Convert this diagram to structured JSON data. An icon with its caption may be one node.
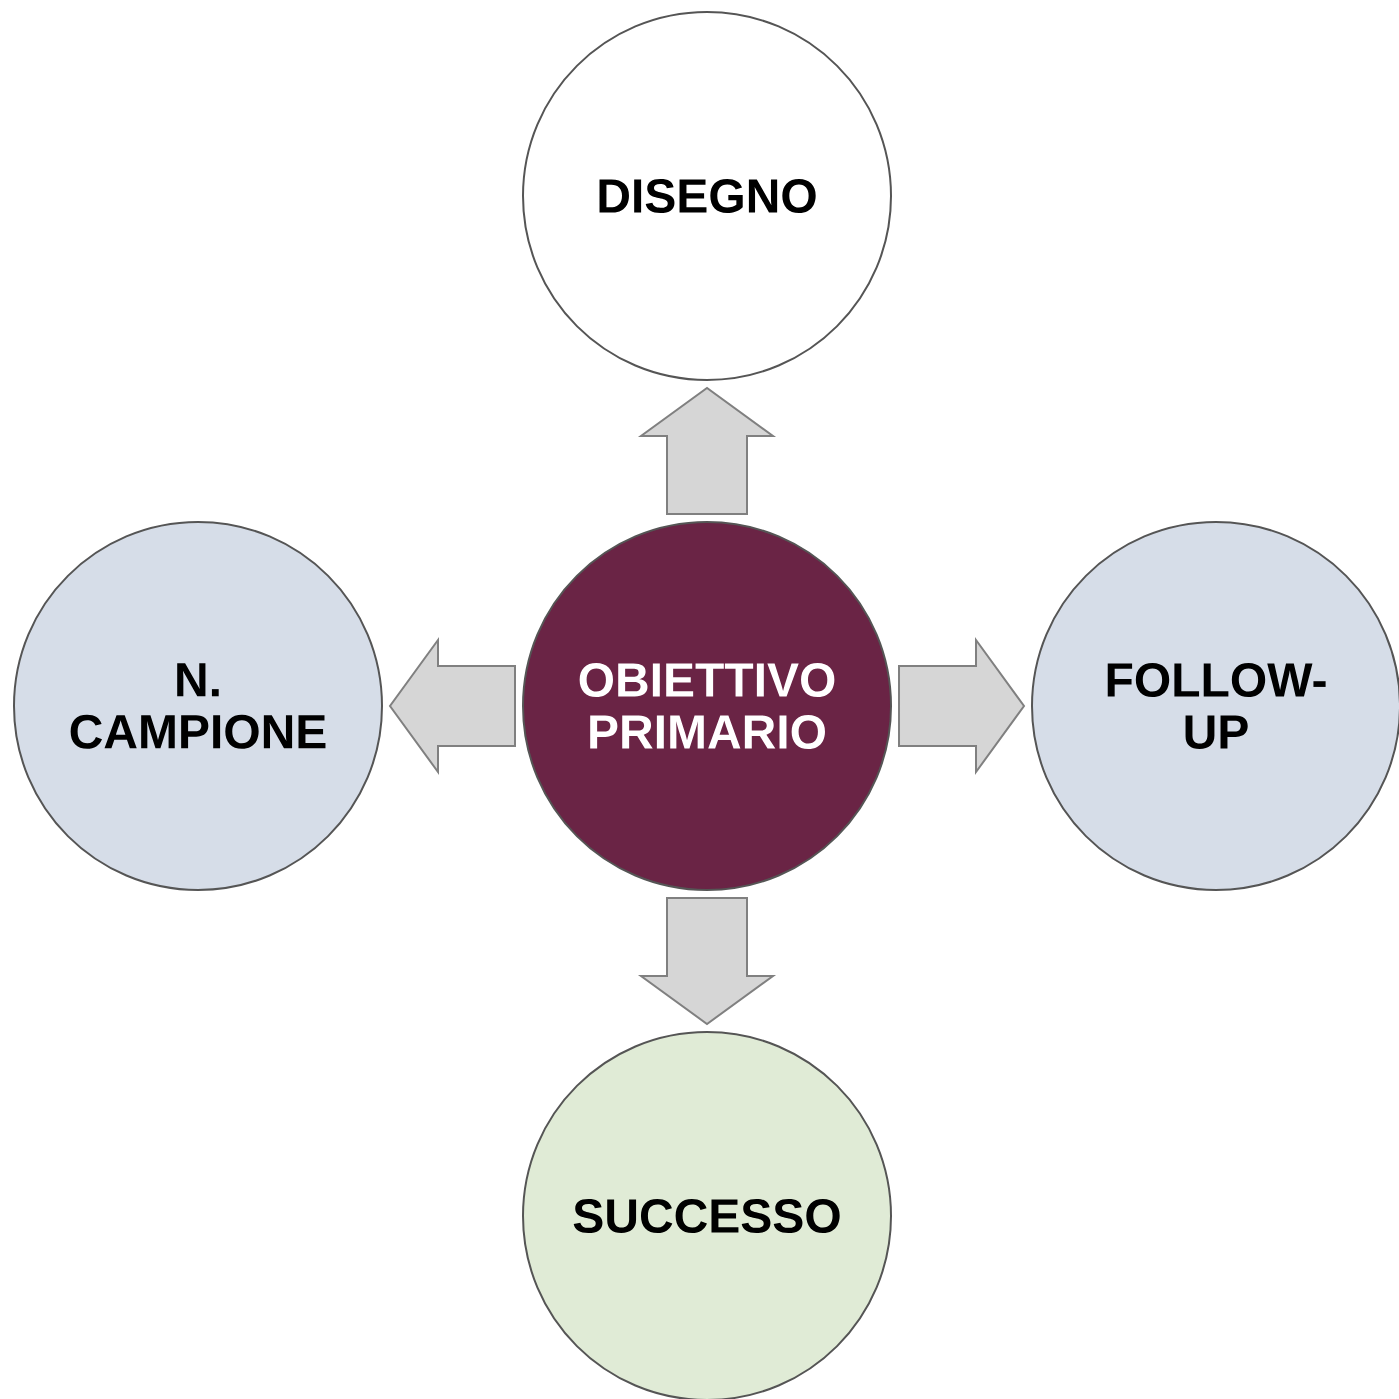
{
  "diagram": {
    "nodes": [
      {
        "text": [
          "DISEGNO"
        ]
      },
      {
        "text": [
          "N. CAMPIONE"
        ]
      },
      {
        "text": [
          "OBIETTIVO PRIMARIO"
        ]
      },
      {
        "text": [
          "FOLLOW-UP"
        ]
      },
      {
        "text": [
          "SUCCESSO"
        ]
      }
    ],
    "edges": [
      {
        "from": 2,
        "to": 0,
        "arrow": "to"
      },
      {
        "from": 2,
        "to": 1,
        "arrow": "to"
      },
      {
        "from": 2,
        "to": 3,
        "arrow": "to"
      },
      {
        "from": 2,
        "to": 4,
        "arrow": "to"
      }
    ]
  }
}
